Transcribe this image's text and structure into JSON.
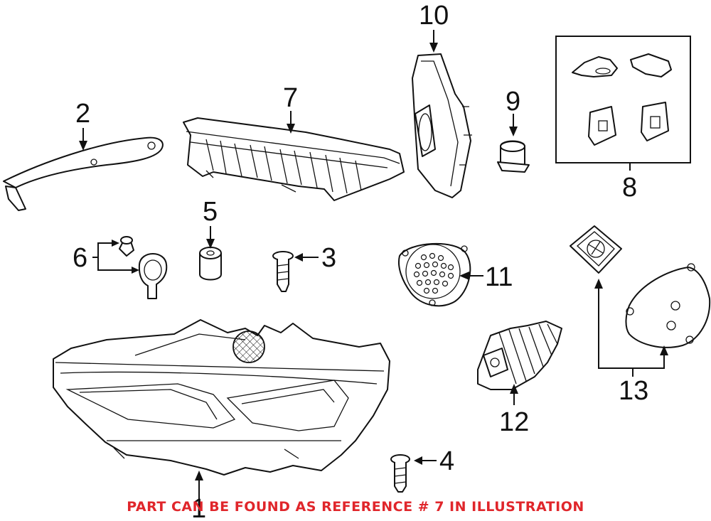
{
  "callouts": {
    "c1": "1",
    "c2": "2",
    "c3": "3",
    "c4": "4",
    "c5": "5",
    "c6": "6",
    "c7": "7",
    "c8": "8",
    "c9": "9",
    "c10": "10",
    "c11": "11",
    "c12": "12",
    "c13": "13"
  },
  "note": "PART CAN BE FOUND AS REFERENCE # 7 IN ILLUSTRATION",
  "colors": {
    "line": "#111111",
    "note": "#e0262b",
    "background": "#ffffff"
  }
}
